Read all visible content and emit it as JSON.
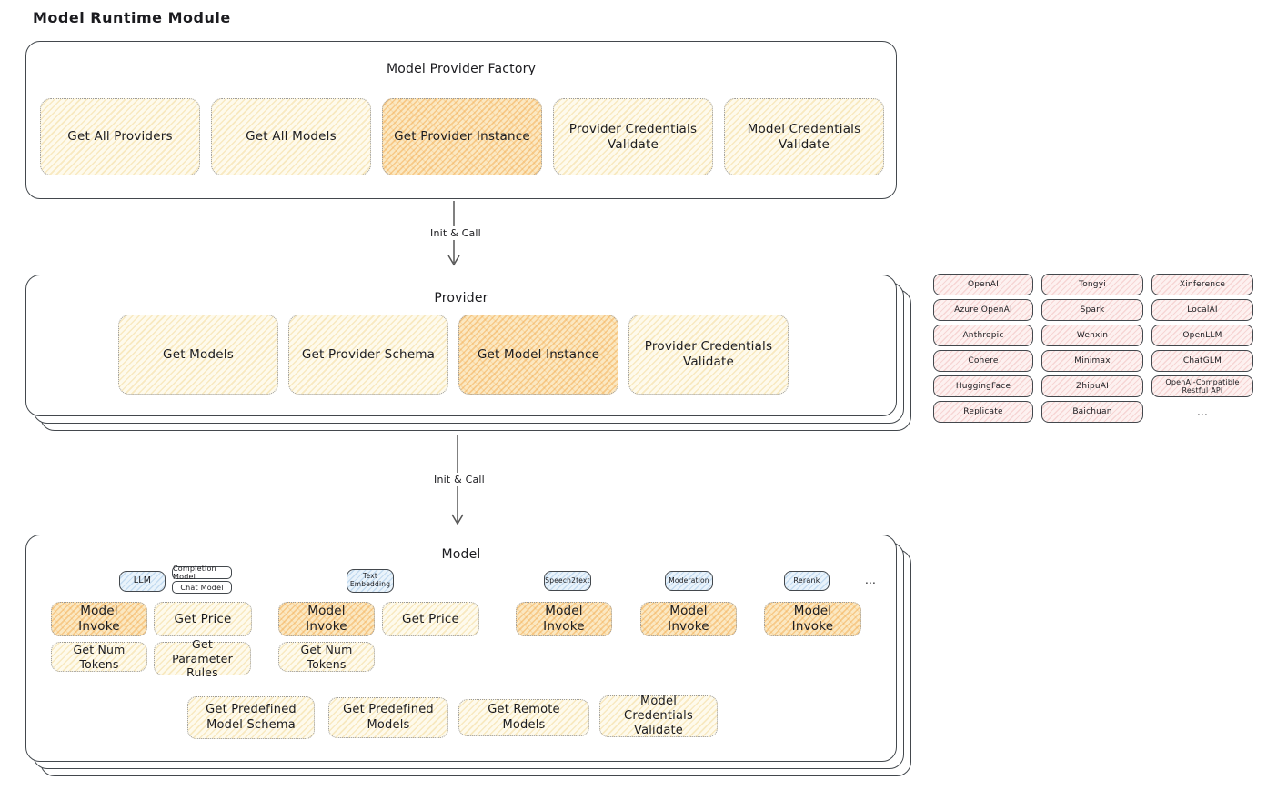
{
  "page_title": "Model Runtime Module",
  "colors": {
    "cream_fill": "#fefaec",
    "cream_hatch": "#f0cd78",
    "orange_fill": "#fbe8c2",
    "orange_hatch": "#f1a43f",
    "blue_fill": "#e9f3fb",
    "blue_hatch": "#7dafdc",
    "pink_fill": "#fdf1f0",
    "pink_hatch": "#e68c8c",
    "box_border": "#43484d",
    "text": "#1b1b1f"
  },
  "factory": {
    "title": "Model Provider Factory",
    "buttons": [
      {
        "label": "Get All Providers",
        "highlighted": false
      },
      {
        "label": "Get All Models",
        "highlighted": false
      },
      {
        "label": "Get Provider Instance",
        "highlighted": true
      },
      {
        "label": "Provider Credentials Validate",
        "highlighted": false
      },
      {
        "label": "Model Credentials Validate",
        "highlighted": false
      }
    ]
  },
  "arrow1": {
    "label": "Init & Call"
  },
  "arrow2": {
    "label": "Init & Call"
  },
  "provider": {
    "title": "Provider",
    "buttons": [
      {
        "label": "Get Models",
        "highlighted": false
      },
      {
        "label": "Get Provider Schema",
        "highlighted": false
      },
      {
        "label": "Get Model Instance",
        "highlighted": true
      },
      {
        "label": "Provider Credentials Validate",
        "highlighted": false
      }
    ]
  },
  "provider_list": {
    "items": [
      "OpenAI",
      "Tongyi",
      "Xinference",
      "Azure OpenAI",
      "Spark",
      "LocalAI",
      "Anthropic",
      "Wenxin",
      "OpenLLM",
      "Cohere",
      "Minimax",
      "ChatGLM",
      "HuggingFace",
      "ZhipuAI",
      "OpenAI-Compatible Restful API",
      "Replicate",
      "Baichuan"
    ],
    "more": "..."
  },
  "model": {
    "title": "Model",
    "ellipsis": "...",
    "tabs": {
      "llm": "LLM",
      "completion": "Completion Model",
      "chat": "Chat Model",
      "embedding": "Text Embedding",
      "speech2text": "Speech2text",
      "moderation": "Moderation",
      "rerank": "Rerank"
    },
    "buttons": {
      "llm_invoke": "Model Invoke",
      "llm_price": "Get Price",
      "llm_num_tokens": "Get Num Tokens",
      "llm_parameter_rules": "Get Parameter Rules",
      "embedding_invoke": "Model Invoke",
      "embedding_price": "Get Price",
      "embedding_num_tokens": "Get Num Tokens",
      "speech2text_invoke": "Model Invoke",
      "moderation_invoke": "Model Invoke",
      "rerank_invoke": "Model Invoke",
      "get_predefined_model_schema": "Get Predefined Model Schema",
      "get_predefined_models": "Get Predefined Models",
      "get_remote_models": "Get Remote Models",
      "model_credentials_validate": "Model Credentials Validate"
    }
  }
}
